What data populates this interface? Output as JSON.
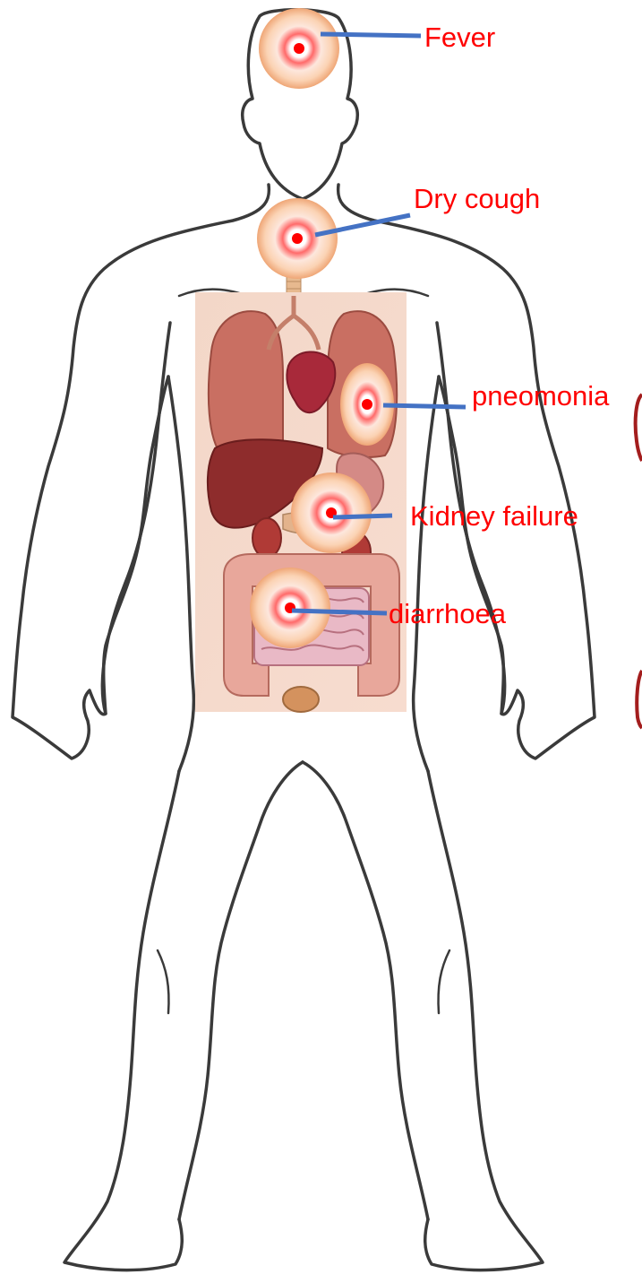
{
  "colors": {
    "label_text": "#ff0000",
    "leader_line": "#4472c4",
    "outline": "#333333",
    "marker_center": "#ff0000",
    "marker_ring": "#f4b183",
    "organ_background": "#f7d6c4"
  },
  "symptoms": [
    {
      "label": "Fever",
      "body_site": "head"
    },
    {
      "label": "Dry cough",
      "body_site": "throat"
    },
    {
      "label": "pneomonia",
      "body_site": "lungs"
    },
    {
      "label": "Kidney failure",
      "body_site": "kidneys"
    },
    {
      "label": "diarrhoea",
      "body_site": "intestines"
    }
  ]
}
